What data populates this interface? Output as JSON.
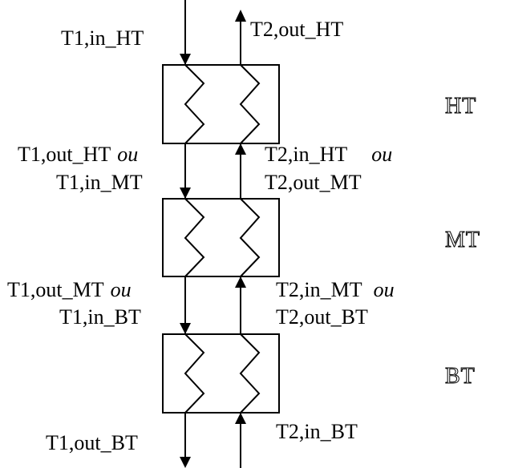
{
  "stages": [
    {
      "name": "HT"
    },
    {
      "name": "MT"
    },
    {
      "name": "BT"
    }
  ],
  "labels": {
    "t1_in_ht": "T1,in_HT",
    "t2_out_ht": "T2,out_HT",
    "t1_out_ht": "T1,out_HT",
    "t1_in_mt": "T1,in_MT",
    "t2_in_ht": "T2,in_HT",
    "t2_out_mt": "T2,out_MT",
    "t1_out_mt": "T1,out_MT",
    "t1_in_bt": "T1,in_BT",
    "t2_in_mt": "T2,in_MT",
    "t2_out_bt": "T2,out_BT",
    "t1_out_bt": "T1,out_BT",
    "t2_in_bt": "T2,in_BT",
    "or_word": "ou"
  }
}
